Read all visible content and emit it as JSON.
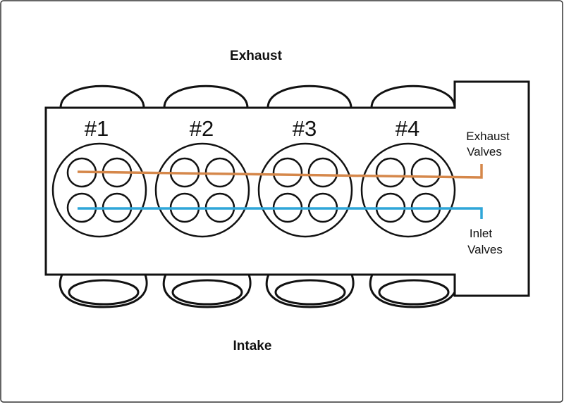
{
  "diagram": {
    "top_label": "Exhaust",
    "bottom_label": "Intake",
    "cylinders": [
      {
        "label": "#1"
      },
      {
        "label": "#2"
      },
      {
        "label": "#3"
      },
      {
        "label": "#4"
      }
    ],
    "exhaust_valves": {
      "line1": "Exhaust",
      "line2": "Valves",
      "color": "#d5874a"
    },
    "inlet_valves": {
      "line1": "Inlet",
      "line2": "Valves",
      "color": "#2fa6d8"
    }
  }
}
